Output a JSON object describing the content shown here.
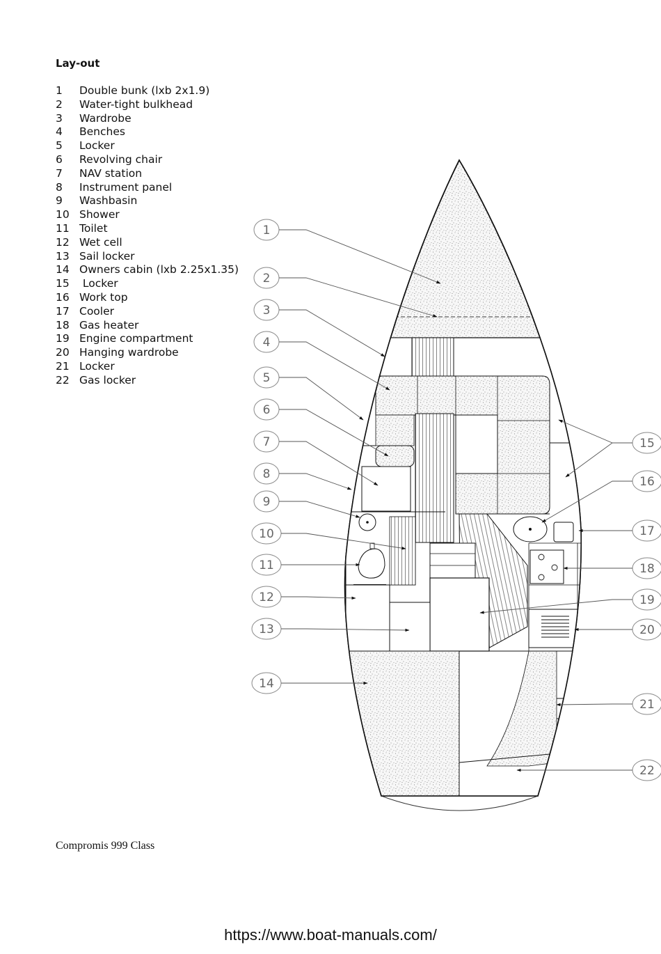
{
  "title": "Lay-out",
  "legend": [
    {
      "num": "1",
      "label": "Double bunk (lxb 2x1.9)"
    },
    {
      "num": "2",
      "label": "Water-tight bulkhead"
    },
    {
      "num": "3",
      "label": "Wardrobe"
    },
    {
      "num": "4",
      "label": "Benches"
    },
    {
      "num": "5",
      "label": "Locker"
    },
    {
      "num": "6",
      "label": "Revolving chair"
    },
    {
      "num": "7",
      "label": "NAV station"
    },
    {
      "num": "8",
      "label": "Instrument panel"
    },
    {
      "num": "9",
      "label": "Washbasin"
    },
    {
      "num": "10",
      "label": "Shower"
    },
    {
      "num": "11",
      "label": "Toilet"
    },
    {
      "num": "12",
      "label": "Wet cell"
    },
    {
      "num": "13",
      "label": "Sail locker"
    },
    {
      "num": "14",
      "label": "Owners cabin (lxb 2.25x1.35)"
    },
    {
      "num": "15",
      "label": " Locker"
    },
    {
      "num": "16",
      "label": "Work top"
    },
    {
      "num": "17",
      "label": "Cooler"
    },
    {
      "num": "18",
      "label": "Gas heater"
    },
    {
      "num": "19",
      "label": "Engine compartment"
    },
    {
      "num": "20",
      "label": "Hanging wardrobe"
    },
    {
      "num": "21",
      "label": "Locker"
    },
    {
      "num": "22",
      "label": "Gas locker"
    }
  ],
  "callouts_left": [
    "1",
    "2",
    "3",
    "4",
    "5",
    "6",
    "7",
    "8",
    "9",
    "10",
    "11",
    "12",
    "13",
    "14"
  ],
  "callouts_right": [
    "15",
    "16",
    "17",
    "18",
    "19",
    "20",
    "21",
    "22"
  ],
  "caption": "Compromis 999 Class",
  "footer": "https://www.boat-manuals.com/"
}
